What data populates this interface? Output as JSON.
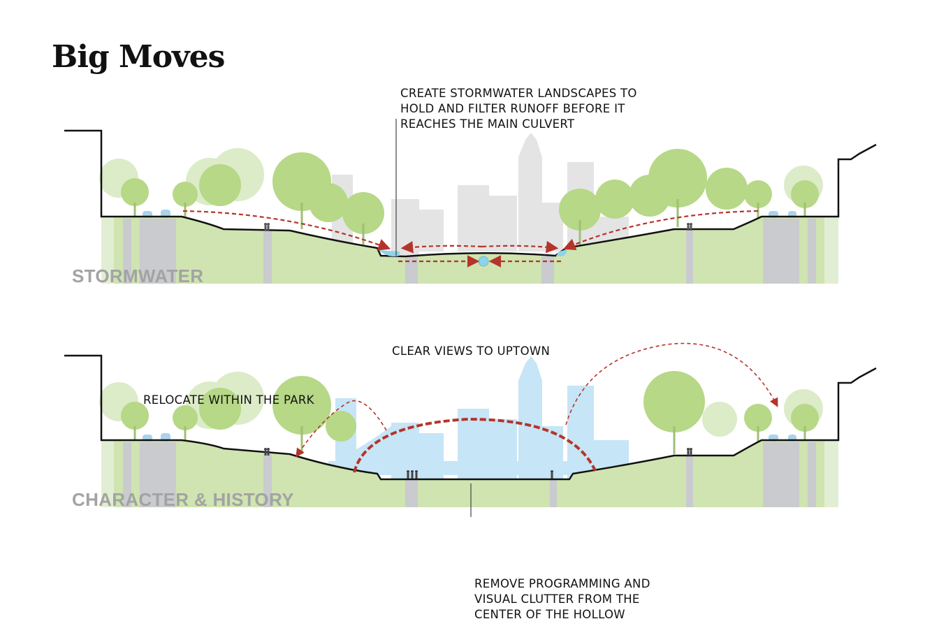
{
  "title": "Big Moves",
  "colors": {
    "ground": "#cfe4b0",
    "ground_light": "#e1eed3",
    "tree": "#b6d887",
    "tree_faded": "#d9eac4",
    "skyline_gray": "#e4e4e4",
    "skyline_blue": "#c6e5f6",
    "arrow": "#b5342a",
    "road": "#c9cbcf",
    "water": "#8fd3e8"
  },
  "sections": [
    {
      "label": "STORMWATER",
      "annotations": [
        {
          "text": "CREATE STORMWATER LANDSCAPES TO\nHOLD AND FILTER RUNOFF BEFORE IT\nREACHES THE MAIN CULVERT"
        }
      ]
    },
    {
      "label": "CHARACTER & HISTORY",
      "annotations": [
        {
          "text": "CLEAR VIEWS TO UPTOWN"
        },
        {
          "text": "RELOCATE WITHIN THE PARK"
        },
        {
          "text": "REMOVE PROGRAMMING AND\nVISUAL CLUTTER FROM THE\nCENTER OF THE HOLLOW"
        }
      ]
    }
  ]
}
